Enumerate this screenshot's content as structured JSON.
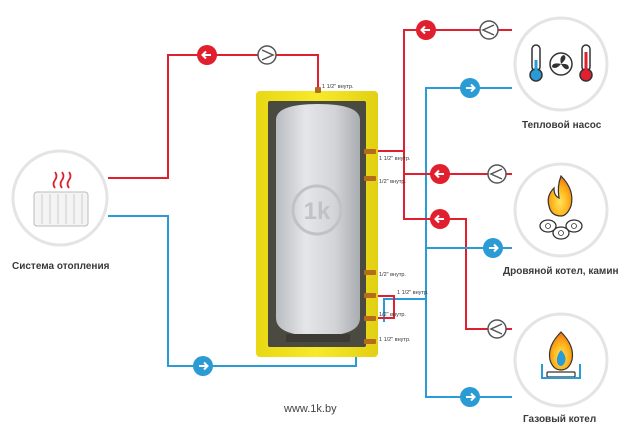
{
  "colors": {
    "hot": "#e0202e",
    "cold": "#2b9bd6",
    "tank_shell": "#f2e31a",
    "tank_body": "#cfd2d6",
    "icon_ring": "#e4e4e4",
    "text": "#3a3a3a"
  },
  "devices": {
    "heating_system": {
      "label": "Система отопления",
      "icon": "radiator-icon"
    },
    "heat_pump": {
      "label": "Тепловой насос",
      "icon": "thermometer-fan-icon"
    },
    "wood_boiler": {
      "label": "Дровяной котел, камин",
      "icon": "fire-wood-icon"
    },
    "gas_boiler": {
      "label": "Газовый котел",
      "icon": "gas-flame-icon"
    }
  },
  "connections": {
    "top": "1 1/2\" внутр.",
    "right_1": "1 1/2\" внутр.",
    "right_2": "1/2\" внутр.",
    "right_3": "1/2\" внутр.",
    "right_4": "1 1/2\" внутр.",
    "right_5": "1/2\" внутр.",
    "right_6": "1 1/2\" внутр."
  },
  "watermark": "1k",
  "footer": {
    "site": "www.1k.by"
  }
}
